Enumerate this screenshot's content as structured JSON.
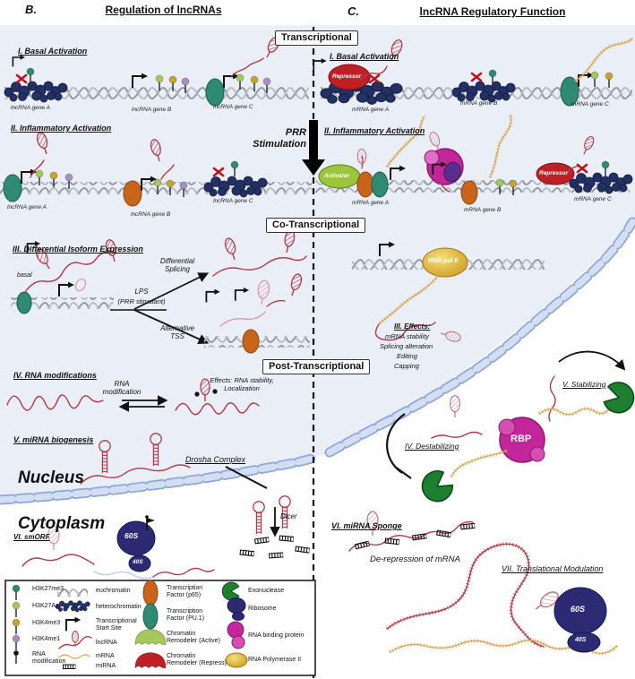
{
  "b": {
    "label": "B.",
    "title": "Regulation of lncRNAs",
    "s1": "I. Basal Activation",
    "s2": "II. Inflammatory Activation",
    "s3": "III. Differential Isoform Expression",
    "s4": "IV. RNA modifications",
    "s5": "V. miRNA biogenesis",
    "s6": "VI. smORF",
    "geneA": "lncRNA gene A",
    "geneB": "lncRNA gene B",
    "geneC": "lncRNA gene C",
    "basal": "basal",
    "lps": "LPS",
    "prr_stim": "(PRR stimulant)",
    "diff_splicing": "Differential\nSplicing",
    "alt_tss": "Alternative\nTSS",
    "rna_mod": "RNA\nmodification",
    "effects": "Effects: RNA stability,\nLocalization",
    "drosha": "Drosha Complex",
    "dicer": "Dicer",
    "nucleus": "Nucleus",
    "cytoplasm": "Cytoplasm",
    "r60": "60S",
    "r40": "40S"
  },
  "c": {
    "label": "C.",
    "title": "lncRNA Regulatory Function",
    "s1": "I. Basal Activation",
    "s2": "II. Inflammatory Activation",
    "geneA": "mRNA gene A",
    "geneB": "mRNA gene B",
    "geneC": "mRNA gene C",
    "repressor": "Repressor",
    "activator": "Activator",
    "rnapol": "RNA pol II",
    "effects_title": "III. Effects:",
    "effects1": "mRNA stability",
    "effects2": "Splicing alteration",
    "effects3": "Editing",
    "effects4": "Capping",
    "stabilizing": "V. Stabilizing",
    "destabilizing": "IV. Destabilizing",
    "rbp": "RBP",
    "sponge": "VI. miRNA Sponge",
    "derepression": "De-repression of mRNA",
    "translational": "VII. Translational Modulation",
    "r60": "60S",
    "r40": "40S"
  },
  "center": {
    "transcriptional": "Transcriptional",
    "prr": "PRR\nStimulation",
    "co": "Co-Transcriptional",
    "post": "Post-Transcriptional"
  },
  "legend": {
    "col1": [
      "H3K27me3",
      "H3K27Ac",
      "H3K4me3",
      "H3K4me1",
      "RNA\nmodification"
    ],
    "col2": [
      "euchromatin",
      "heterochromatin",
      "Transcriptional\nStart Site",
      "lncRNA",
      "mRNA",
      "miRNA"
    ],
    "col3": [
      "Transcription\nFactor (p65)",
      "Transcription\nFactor (PU.1)",
      "Chromatin\nRemodeler (Active)",
      "Chromatin\nRemodeler (Repress)"
    ],
    "col4": [
      "Exonuclease",
      "Ribosome",
      "RNA binding protein",
      "RNA Polymerase II"
    ]
  },
  "colors": {
    "dna": "#99a0ab",
    "heterochromatin": "#223064",
    "lncRNA": "#b23a48",
    "mRNA": "#dba75a",
    "miRNA": "#111111",
    "teal": "#2f8a74",
    "orange_tf": "#c8651b",
    "lightgreen": "#a6c75c",
    "gold": "#c7a42e",
    "purple": "#a78fc2",
    "red": "#bf2026",
    "magenta": "#c3259b",
    "rnapol_yellow": "#e7c125",
    "ribosome_navy": "#2b2a72",
    "exonuclease_green": "#1d7f2f",
    "envelope": "#c9d5ef",
    "nucleus_bg": "#e9eef7"
  }
}
